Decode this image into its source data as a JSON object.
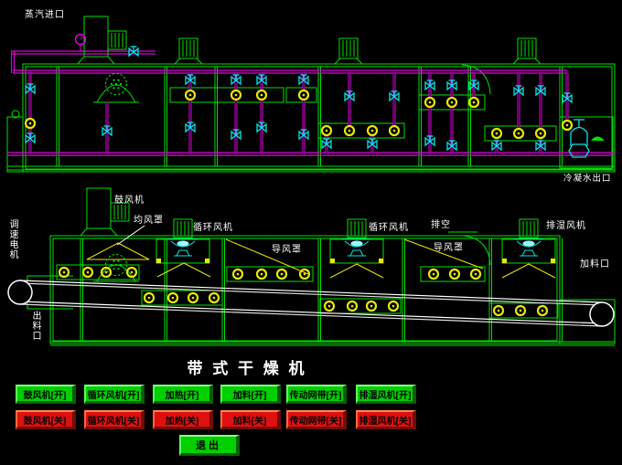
{
  "palette": {
    "background": "#000000",
    "structure_green": "#00E000",
    "pipe_magenta": "#DD00DD",
    "valve_cyan": "#00E5E5",
    "fitting_yellow": "#E8E800",
    "belt_white": "#FFFFFF",
    "label_white": "#FFFFFF",
    "button_on_green": "#00CF00",
    "button_off_red": "#E01010",
    "button_text": "#000000"
  },
  "top_view": {
    "steam_inlet": "蒸汽进口",
    "condensate_outlet": "冷凝水出口"
  },
  "front_view": {
    "speed_motor": "调速电机",
    "discharge_port": "出料口",
    "blower": "鼓风机",
    "air_hood": "均风罩",
    "circulation_fan_left": "循环风机",
    "guide_hood_left": "导风罩",
    "circulation_fan_right": "循环风机",
    "guide_hood_right": "导风罩",
    "vent": "排空",
    "moisture_exhaust_fan": "排湿风机",
    "feed_port": "加料口"
  },
  "title": "带 式 干 燥 机",
  "controls": {
    "on_buttons": [
      "鼓风机[开]",
      "循环风机[开]",
      "加热[开]",
      "加料[开]",
      "传动网带[开]",
      "排湿风机[开]"
    ],
    "off_buttons": [
      "鼓风机[关]",
      "循环风机[关]",
      "加热[关]",
      "加料[关]",
      "传动网带[关]",
      "排湿风机[关]"
    ],
    "exit": "退出"
  }
}
